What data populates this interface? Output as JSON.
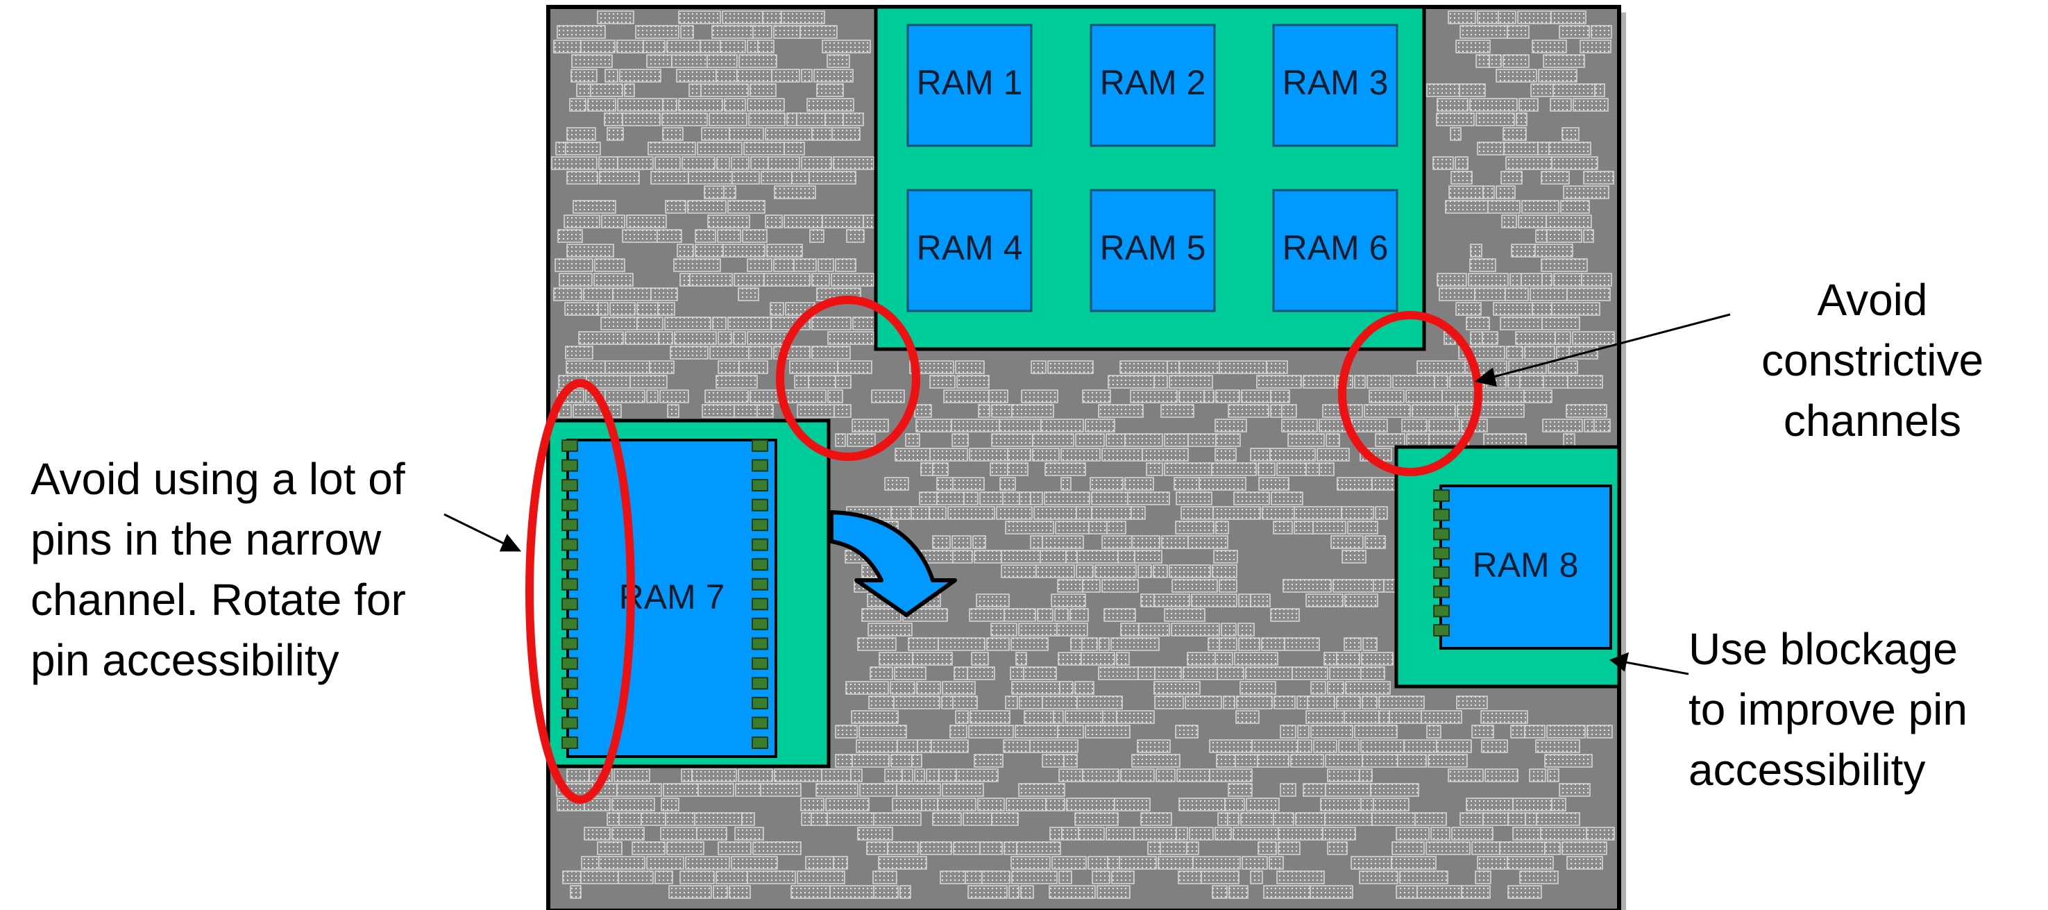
{
  "rams": {
    "ram1": "RAM 1",
    "ram2": "RAM 2",
    "ram3": "RAM 3",
    "ram4": "RAM 4",
    "ram5": "RAM 5",
    "ram6": "RAM 6",
    "ram7": "RAM 7",
    "ram8": "RAM 8"
  },
  "annotations": {
    "avoid_channels": [
      "Avoid",
      "constrictive",
      "channels"
    ],
    "pin_rotation": [
      "Avoid using a lot of",
      "pins in the narrow",
      "channel. Rotate for",
      "pin accessibility"
    ],
    "blockage": [
      "Use blockage",
      "to improve pin",
      "accessibility"
    ]
  },
  "colors": {
    "core_gray": "#808080",
    "cell_outline": "#d9d9d9",
    "blockage_green": "#00cc99",
    "ram_blue": "#0099ff",
    "pin_green": "#3a7d2c",
    "highlight_red": "#ee1111",
    "arrow_blue": "#0099ff",
    "border_black": "#000000"
  },
  "icons": {
    "rotate_arrow": "curved-rotate-arrow-icon"
  }
}
